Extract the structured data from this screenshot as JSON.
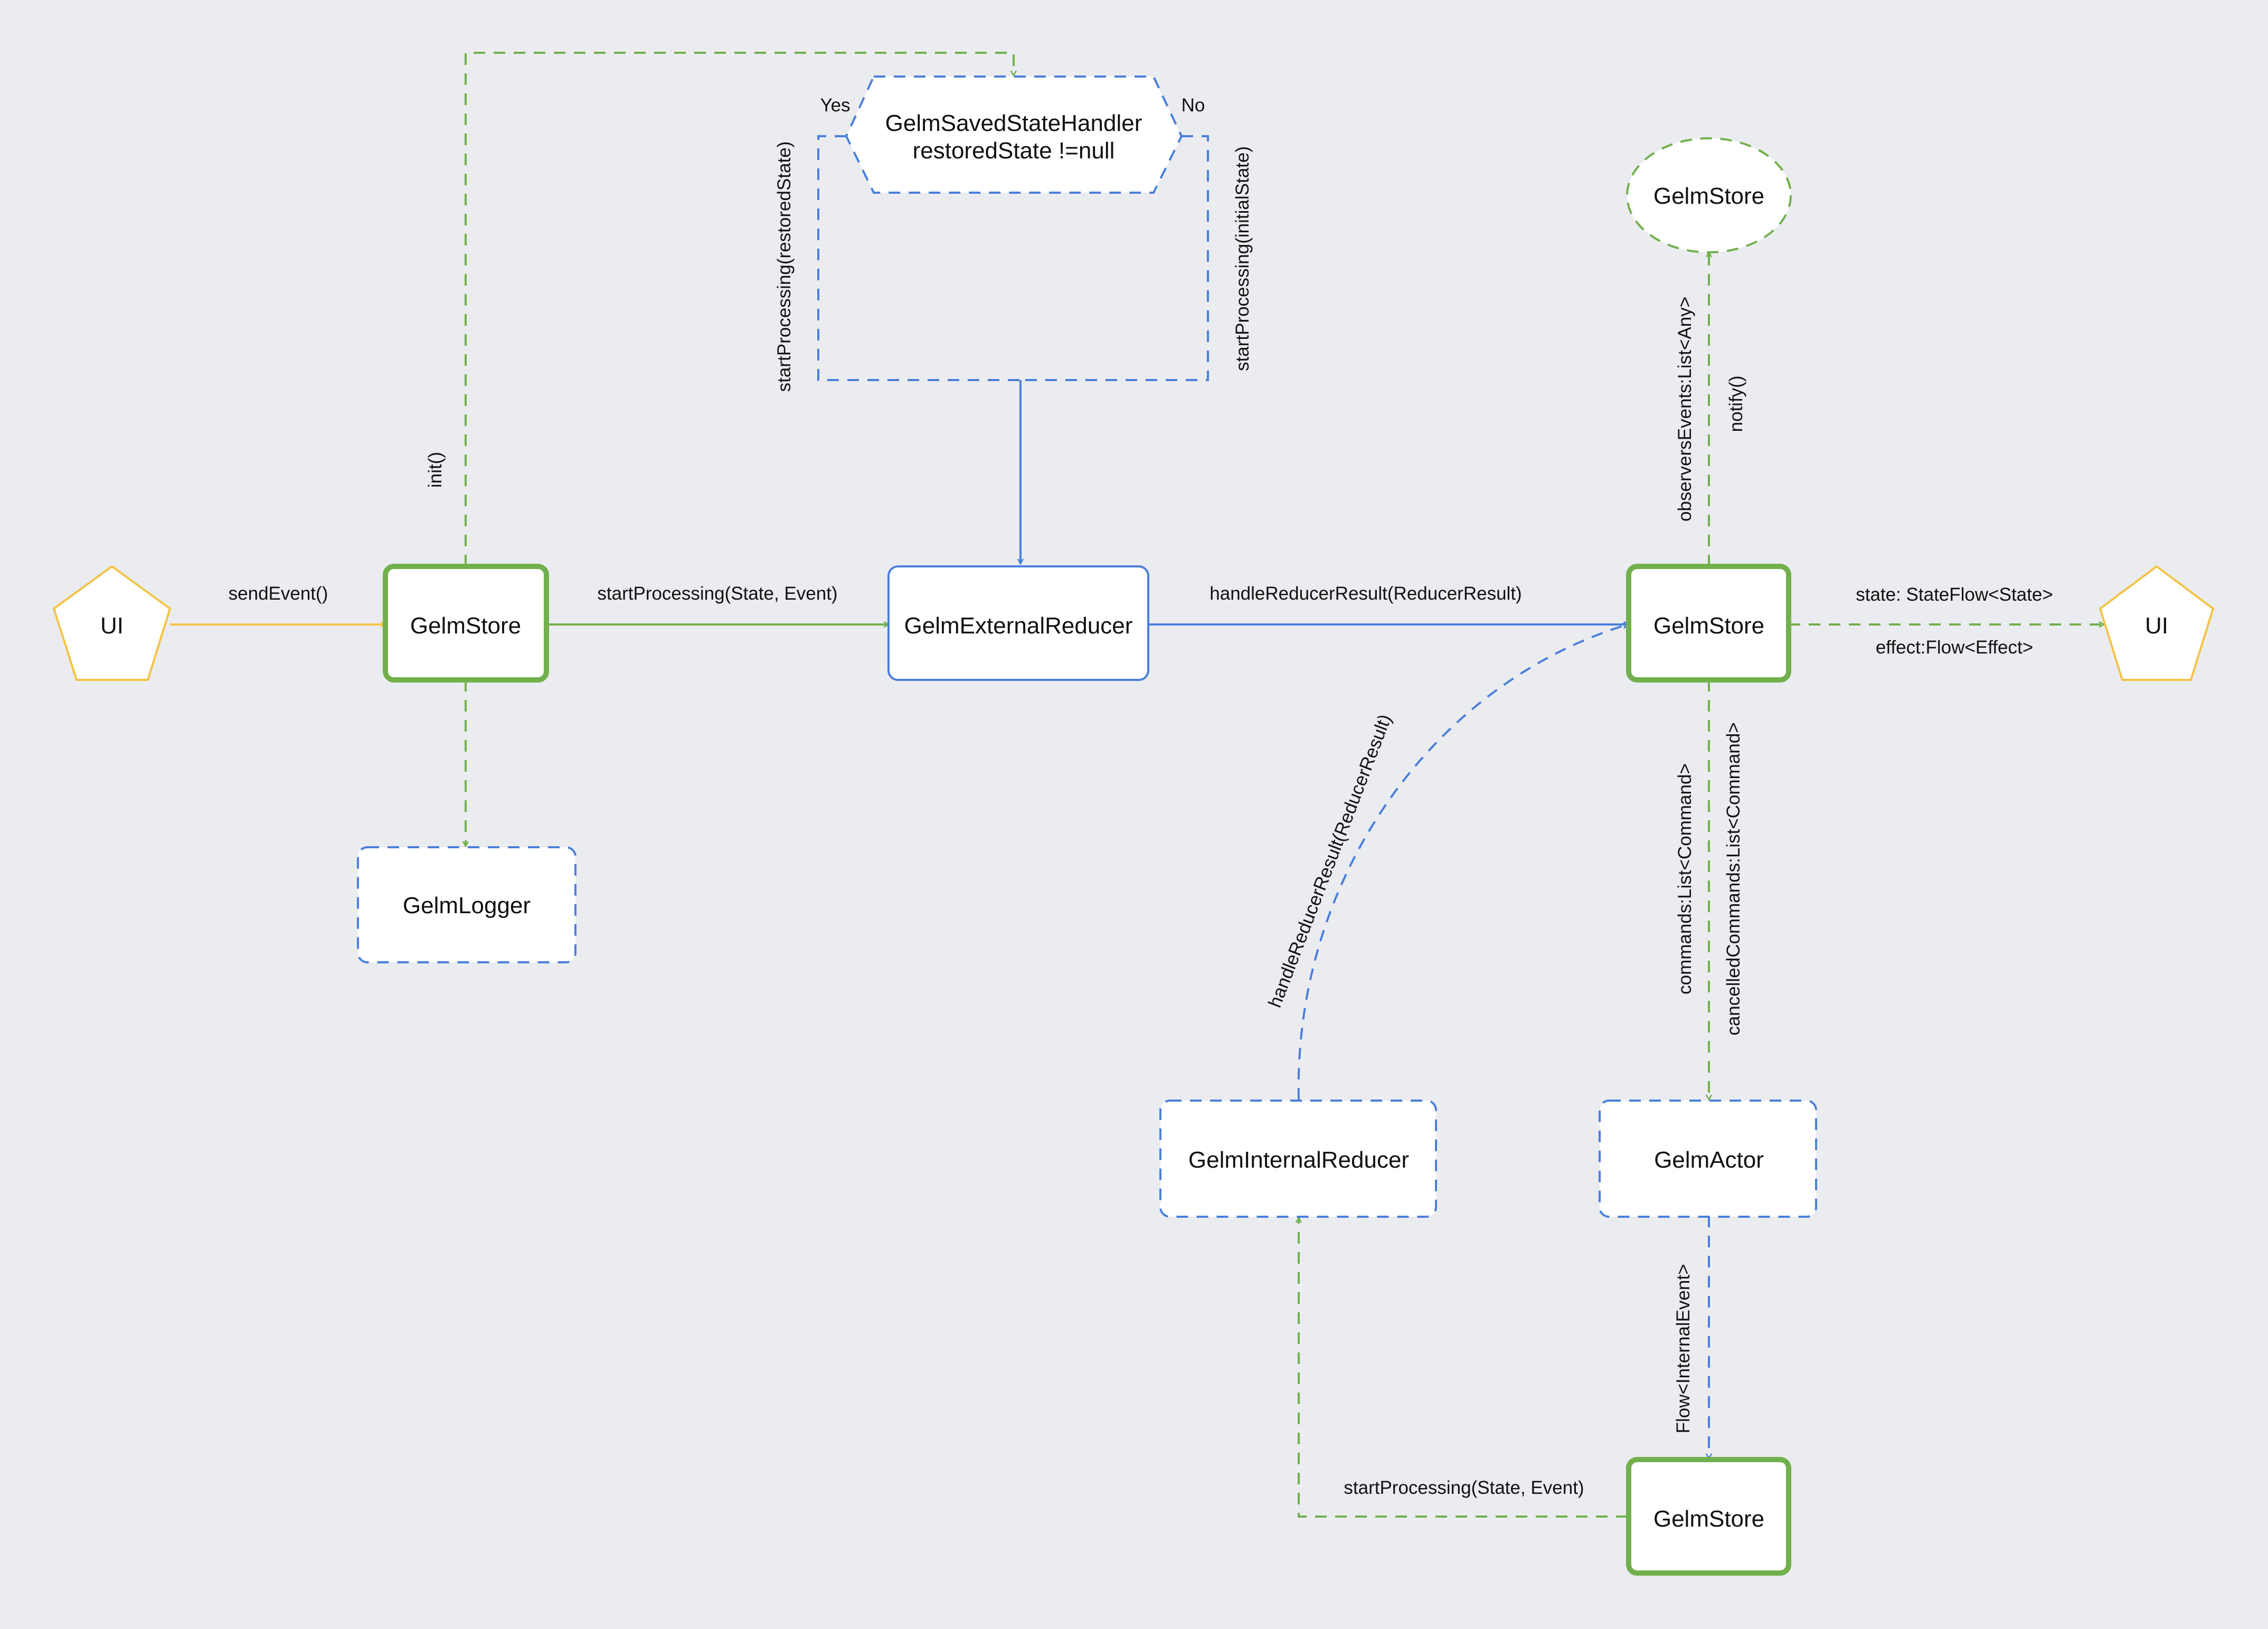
{
  "colors": {
    "background": "#ebecf0",
    "green": "#72b04d",
    "blue": "#4a7fdb",
    "yellow": "#f2c447",
    "node_fill": "#ffffff",
    "text": "#111111"
  },
  "nodes": {
    "ui_left": "UI",
    "ui_right": "UI",
    "store_main": "GelmStore",
    "store_result": "GelmStore",
    "store_observer": "GelmStore",
    "store_bottom": "GelmStore",
    "external_reducer": "GelmExternalReducer",
    "internal_reducer": "GelmInternalReducer",
    "logger": "GelmLogger",
    "actor": "GelmActor",
    "decision_line1": "GelmSavedStateHandler",
    "decision_line2": "restoredState !=null"
  },
  "edges": {
    "send_event": "sendEvent()",
    "init": "init()",
    "start_processing": "startProcessing(State, Event)",
    "handle_result": "handleReducerResult(ReducerResult)",
    "handle_result_internal": "handleReducerResult(ReducerResult)",
    "state_flow": "state: StateFlow<State>",
    "effect_flow": "effect:Flow<Effect>",
    "observers_events": "observersEvents:List<Any>",
    "notify": "notify()",
    "commands": "commands:List<Command>",
    "cancelled_commands": "cancelledCommands:List<Command>",
    "flow_internal_event": "Flow<InternalEvent>",
    "start_processing_internal": "startProcessing(State, Event)",
    "start_restored": "startProcessing(restoredState)",
    "start_initial": "startProcessing(initialState)",
    "yes": "Yes",
    "no": "No"
  }
}
